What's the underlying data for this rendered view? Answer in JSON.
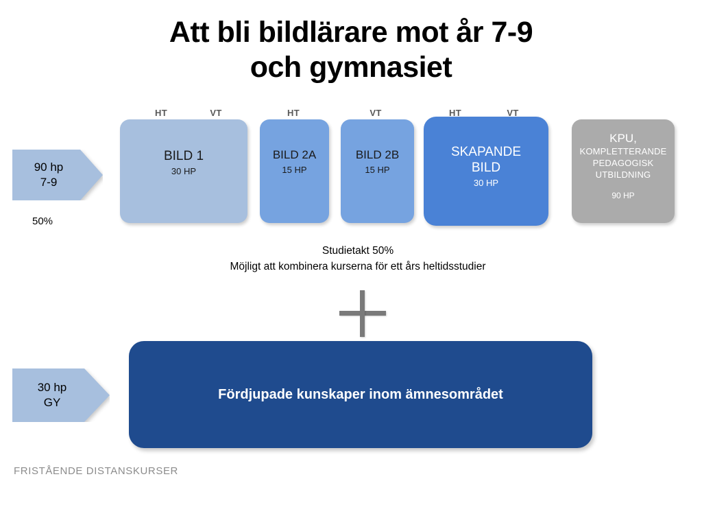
{
  "slide": {
    "title": "Att bli bildlärare mot år 7-9\noch gymnasiet",
    "title_line1": "Att bli bildlärare mot år 7-9",
    "title_line2": "och gymnasiet",
    "footer": "FRISTÅENDE DISTANSKURSER",
    "background_color": "#FFFFFF"
  },
  "term_labels": {
    "ht": "HT",
    "vt": "VT"
  },
  "top_track": {
    "arrow": {
      "line1": "90 hp",
      "line2": "7-9",
      "caption": "50%",
      "fill_color": "#A7BFDE"
    },
    "courses": [
      {
        "name": "BILD 1",
        "credits": "30 HP",
        "color": "#A7BFDE",
        "text_color": "#1a1a1a",
        "terms": [
          "HT",
          "VT"
        ]
      },
      {
        "name": "BILD 2A",
        "credits": "15 HP",
        "color": "#76A3E0",
        "text_color": "#1a1a1a",
        "terms": [
          "HT"
        ]
      },
      {
        "name": "BILD 2B",
        "credits": "15 HP",
        "color": "#76A3E0",
        "text_color": "#1a1a1a",
        "terms": [
          "VT"
        ]
      },
      {
        "name": "SKAPANDE BILD",
        "name_line1": "SKAPANDE",
        "name_line2": "BILD",
        "credits": "30 HP",
        "color": "#4A82D6",
        "text_color": "#ffffff",
        "terms": [
          "HT",
          "VT"
        ]
      }
    ],
    "kpu": {
      "heading": "KPU,",
      "subheading_line1": "KOMPLETTERANDE",
      "subheading_line2": "PEDAGOGISK",
      "subheading_line3": "UTBILDNING",
      "credits": "90 HP",
      "color": "#ABABAB",
      "text_color": "#ffffff"
    }
  },
  "note": {
    "line1": "Studietakt 50%",
    "line2": "Möjligt att kombinera kurserna för ett års heltidsstudier"
  },
  "combiner": {
    "symbol": "plus",
    "color": "#7A7A7A"
  },
  "bottom_track": {
    "arrow": {
      "line1": "30 hp",
      "line2": "GY",
      "fill_color": "#A7BFDE"
    },
    "box": {
      "label": "Fördjupade kunskaper inom ämnesområdet",
      "color": "#1F4B8E",
      "text_color": "#FFFFFF"
    }
  }
}
